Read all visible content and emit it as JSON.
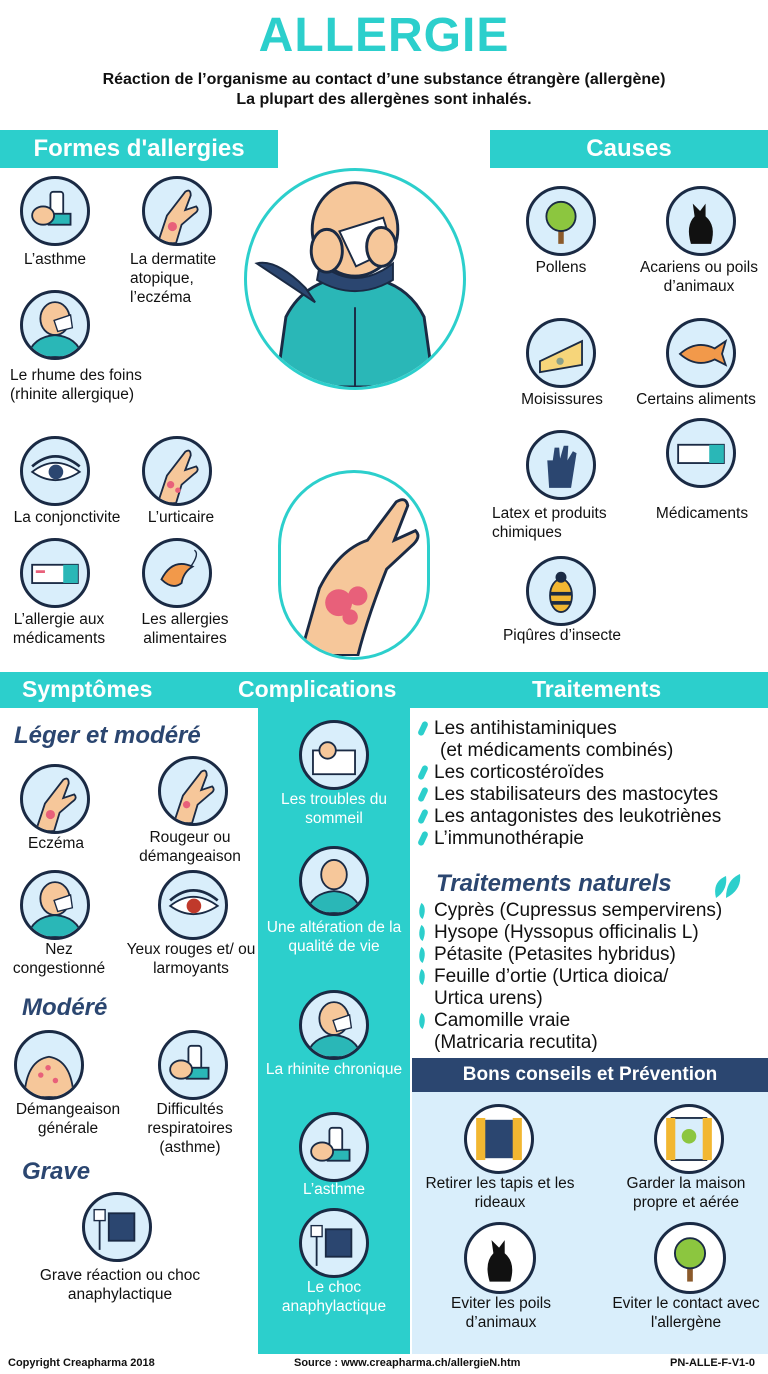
{
  "title": "ALLERGIE",
  "subtitle": [
    "Réaction de l’organisme au contact d’une substance étrangère (allergène)",
    "La plupart des allergènes sont inhalés."
  ],
  "formes": {
    "header": "Formes d'allergies",
    "items": [
      "L’asthme",
      "La dermatite atopique, l’eczéma",
      "Le rhume des foins (rhinite allergique)",
      "La conjonctivite",
      "L’urticaire",
      "L’allergie aux médicaments",
      "Les allergies alimentaires"
    ]
  },
  "causes": {
    "header": "Causes",
    "items": [
      "Pollens",
      "Acariens ou poils d’animaux",
      "Moisissures",
      "Certains aliments",
      "Latex et produits chimiques",
      "Médicaments",
      "Piqûres d’insecte"
    ]
  },
  "symptomes": {
    "header": "Symptômes",
    "leger_title": "Léger et modéré",
    "leger": [
      "Eczéma",
      "Rougeur ou démangeaison",
      "Nez congestionné",
      "Yeux rouges et/ ou larmoyants"
    ],
    "modere_title": "Modéré",
    "modere": [
      "Démangeaison générale",
      "Difficultés respiratoires (asthme)"
    ],
    "grave_title": "Grave",
    "grave": [
      "Grave réaction ou choc anaphylactique"
    ]
  },
  "complications": {
    "header": "Complications",
    "items": [
      "Les troubles du sommeil",
      "Une altération de la qualité de vie",
      "La rhinite chronique",
      "L’asthme",
      "Le choc anaphylactique"
    ]
  },
  "traitements": {
    "header": "Traitements",
    "items": [
      "Les antihistaminiques",
      "(et médicaments combinés)",
      "Les corticostéroïdes",
      "Les stabilisateurs des mastocytes",
      "Les antagonistes des leukotriènes",
      "L’immunothérapie"
    ],
    "naturels_title": "Traitements naturels",
    "naturels": [
      "Cyprès (Cupressus sempervirens)",
      "Hysope (Hyssopus officinalis L)",
      "Pétasite (Petasites hybridus)",
      "Feuille d’ortie (Urtica dioica/",
      "Urtica urens)",
      "Camomille vraie",
      "(Matricaria recutita)"
    ]
  },
  "conseils": {
    "header": "Bons conseils et Prévention",
    "items": [
      "Retirer les tapis et les rideaux",
      "Garder la maison propre et aérée",
      "Eviter les poils d’animaux",
      "Eviter le contact avec l'allergène"
    ]
  },
  "footer": {
    "copyright": "Copyright Creapharma 2018",
    "source": "Source : www.creapharma.ch/allergieN.htm",
    "code": "PN-ALLE-F-V1-0"
  },
  "colors": {
    "teal": "#2ccfcc",
    "navy": "#2b4670",
    "light_blue": "#d9eefb"
  }
}
